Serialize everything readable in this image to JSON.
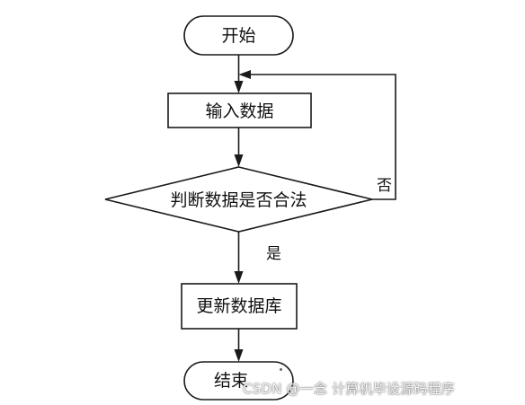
{
  "flowchart": {
    "start_label": "开始",
    "input_label": "输入数据",
    "decision_label": "判断数据是否合法",
    "update_label": "更新数据库",
    "end_label": "结束",
    "yes_label": "是",
    "no_label": "否"
  },
  "watermark": {
    "text": "CSDN @一念 计算机毕设源码程序"
  }
}
